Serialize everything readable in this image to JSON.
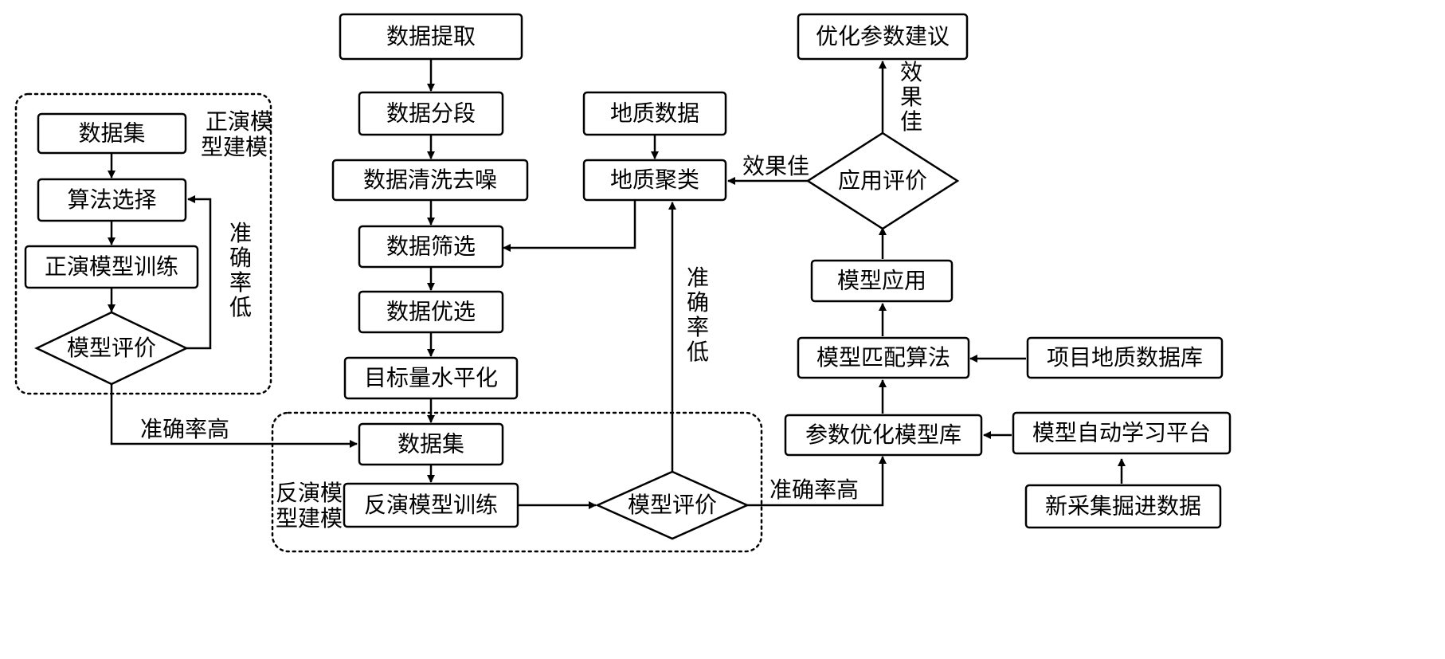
{
  "nodes": {
    "extract": "数据提取",
    "segment": "数据分段",
    "clean": "数据清洗去噪",
    "filter": "数据筛选",
    "optimize": "数据优选",
    "level": "目标量水平化",
    "inv_dataset": "数据集",
    "inv_train": "反演模型训练",
    "inv_eval": "模型评价",
    "geo_data": "地质数据",
    "geo_cluster": "地质聚类",
    "fwd_dataset": "数据集",
    "algo_select": "算法选择",
    "fwd_train": "正演模型训练",
    "fwd_eval": "模型评价",
    "suggest": "优化参数建议",
    "app_eval": "应用评价",
    "model_app": "模型应用",
    "match": "模型匹配算法",
    "proj_db": "项目地质数据库",
    "param_lib": "参数优化模型库",
    "auto_platform": "模型自动学习平台",
    "new_data": "新采集掘进数据"
  },
  "edge_labels": {
    "fwd_low": "准确率低",
    "fwd_high": "准确率高",
    "inv_low": "准确率低",
    "inv_high": "准确率高",
    "good_left": "效果佳",
    "good_up": "效果佳"
  },
  "groups": {
    "forward": "正演模型建模",
    "inverse": "反演模型建模"
  }
}
